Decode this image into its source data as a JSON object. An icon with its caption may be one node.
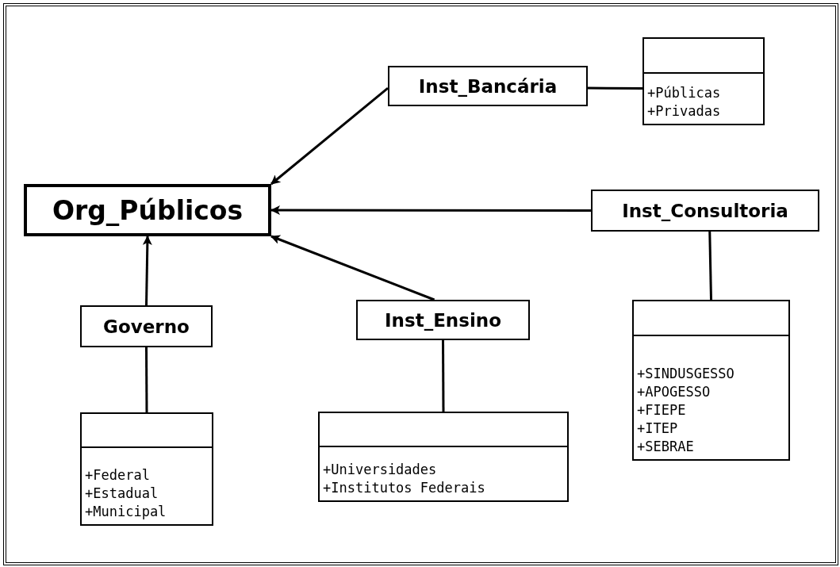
{
  "diagram": {
    "nodes": [
      {
        "text": [
          "Org_Públicos"
        ]
      },
      {
        "text": [
          "Inst_Bancária"
        ]
      },
      {
        "text": [
          "+Públicas",
          "+Privadas"
        ]
      },
      {
        "text": [
          "Inst_Consultoria"
        ]
      },
      {
        "text": [
          "Governo"
        ]
      },
      {
        "text": [
          "Inst_Ensino"
        ]
      },
      {
        "text": [
          "+SINDUSGESSO",
          "+APOGESSO",
          "+FIEPE",
          "+ITEP",
          "+SEBRAE"
        ]
      },
      {
        "text": [
          "+Federal",
          "+Estadual",
          "+Municipal"
        ]
      },
      {
        "text": [
          "+Universidades",
          "+Institutos Federais"
        ]
      }
    ],
    "edges": [
      {
        "from": 1,
        "to": 0,
        "arrow": "to"
      },
      {
        "from": 3,
        "to": 0,
        "arrow": "to"
      },
      {
        "from": 4,
        "to": 0,
        "arrow": "to"
      },
      {
        "from": 5,
        "to": 0,
        "arrow": "to"
      },
      {
        "from": 1,
        "to": 2,
        "arrow": "none"
      },
      {
        "from": 3,
        "to": 6,
        "arrow": "none"
      },
      {
        "from": 4,
        "to": 7,
        "arrow": "none"
      },
      {
        "from": 5,
        "to": 8,
        "arrow": "none"
      }
    ]
  }
}
